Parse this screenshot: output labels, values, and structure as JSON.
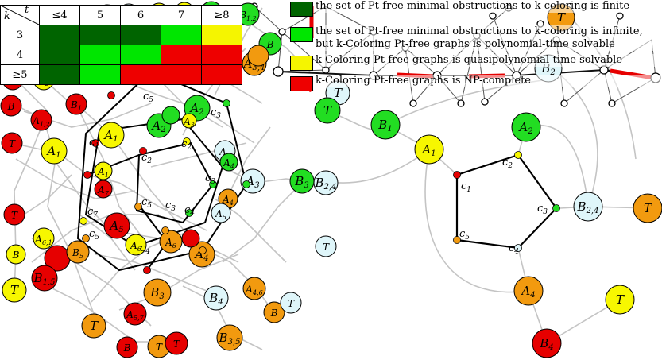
{
  "table": {
    "corner_k": "k",
    "corner_t": "t",
    "col_headers": [
      "≤4",
      "5",
      "6",
      "7",
      "≥8"
    ],
    "rows": [
      {
        "k": "3",
        "cells": [
          "finite",
          "finite",
          "finite",
          "infinite_poly",
          "quasipoly"
        ]
      },
      {
        "k": "4",
        "cells": [
          "finite",
          "infinite_poly",
          "infinite_poly",
          "npc",
          "npc"
        ]
      },
      {
        "k": "≥5",
        "cells": [
          "finite",
          "infinite_poly",
          "npc",
          "npc",
          "npc"
        ]
      }
    ]
  },
  "legend": [
    {
      "key": "finite",
      "color": "#006400",
      "text": "the set of Pt-free minimal obstructions to k-coloring is finite"
    },
    {
      "key": "infinite_poly",
      "color": "#00e600",
      "text": "the set of Pt-free minimal obstructions to k-coloring is infinite, but k-Coloring Pt-free graphs is polynomial-time solvable"
    },
    {
      "key": "quasipoly",
      "color": "#f5f500",
      "text": "k-Coloring Pt-free graphs is quasipolynomial-time solvable"
    },
    {
      "key": "npc",
      "color": "#ee0000",
      "text": "k-Coloring Pt-free graphs is NP-complete"
    }
  ],
  "node_colors": {
    "red": "#e60000",
    "green": "#22dd22",
    "yellow": "#f7f700",
    "orange": "#f29a0f",
    "lightblue": "#dff6fa"
  },
  "right_graph": {
    "nodes": [
      {
        "id": "T_top",
        "label": "T",
        "color": "orange"
      },
      {
        "id": "B2",
        "label": "B2",
        "color": "lightblue"
      },
      {
        "id": "T_l",
        "label": "T",
        "color": "green"
      },
      {
        "id": "T_lb",
        "label": "T",
        "color": "lightblue"
      },
      {
        "id": "B1",
        "label": "B1",
        "color": "green"
      },
      {
        "id": "A2",
        "label": "A2",
        "color": "green"
      },
      {
        "id": "A1",
        "label": "A1",
        "color": "yellow"
      },
      {
        "id": "B24",
        "label": "B2,4",
        "color": "lightblue"
      },
      {
        "id": "T_r",
        "label": "T",
        "color": "orange"
      },
      {
        "id": "A4",
        "label": "A4",
        "color": "orange"
      },
      {
        "id": "T_br",
        "label": "T",
        "color": "yellow"
      },
      {
        "id": "B4",
        "label": "B4",
        "color": "red"
      }
    ],
    "cycle_labels": [
      "c1",
      "c2",
      "c3",
      "c4",
      "c5"
    ]
  },
  "left_graph": {
    "labels": [
      "A1",
      "A2",
      "A3",
      "A4",
      "A5",
      "A6",
      "B1",
      "B2",
      "B3",
      "B4",
      "B5",
      "T",
      "c1",
      "c2",
      "c3",
      "c4",
      "c5",
      "c7"
    ]
  }
}
